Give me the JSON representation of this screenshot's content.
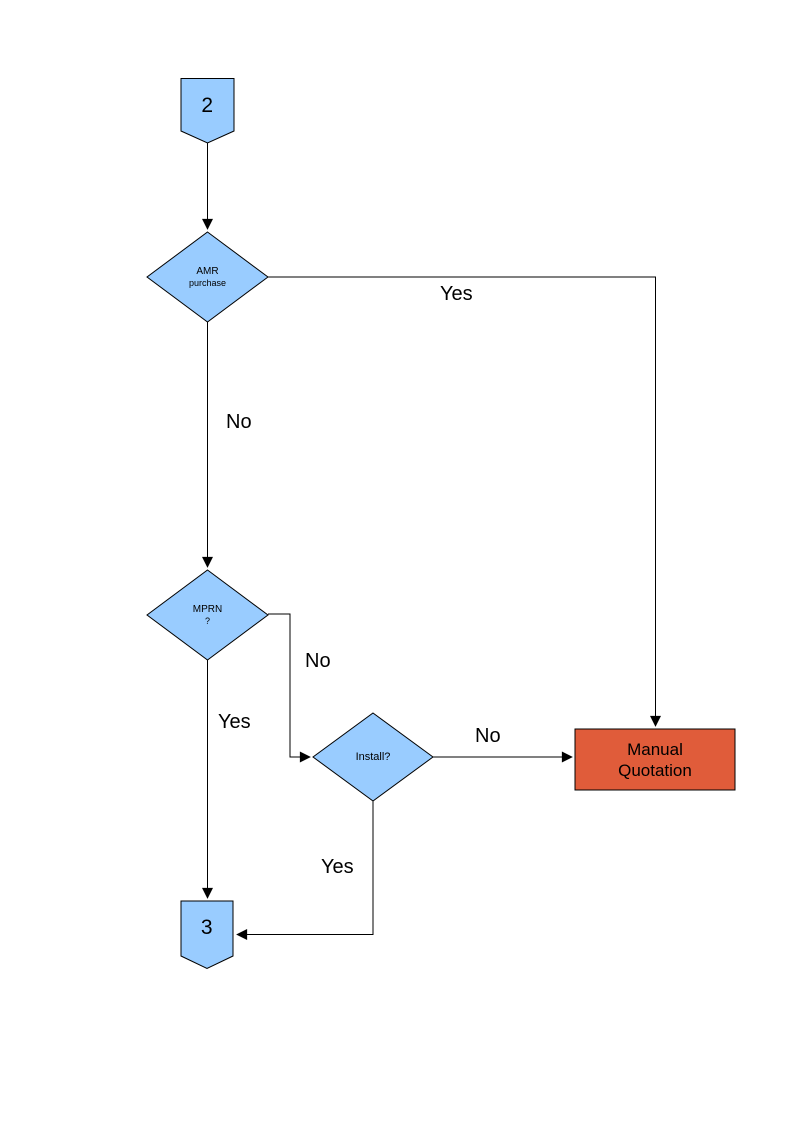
{
  "diagram": {
    "type": "flowchart",
    "colors": {
      "node_fill": "#99CCFF",
      "node_border": "#000000",
      "manual_quotation_fill": "#E05C3A",
      "line_color": "#000000",
      "background": "#FFFFFF",
      "text_color": "#000000"
    },
    "nodes": {
      "connector_2": {
        "type": "off-page-connector",
        "label": "2"
      },
      "amr_purchase": {
        "type": "decision",
        "line1": "AMR",
        "line2": "purchase"
      },
      "mprn": {
        "type": "decision",
        "line1": "MPRN",
        "line2": "?"
      },
      "install": {
        "type": "decision",
        "label": "Install?"
      },
      "manual_quotation": {
        "type": "process",
        "line1": "Manual",
        "line2": "Quotation"
      },
      "connector_3": {
        "type": "off-page-connector",
        "label": "3"
      }
    },
    "edges": [
      {
        "from": "connector_2",
        "to": "amr_purchase",
        "label": ""
      },
      {
        "from": "amr_purchase",
        "to": "manual_quotation",
        "label": "Yes"
      },
      {
        "from": "amr_purchase",
        "to": "mprn",
        "label": "No"
      },
      {
        "from": "mprn",
        "to": "install",
        "label": "No"
      },
      {
        "from": "mprn",
        "to": "connector_3",
        "label": "Yes"
      },
      {
        "from": "install",
        "to": "manual_quotation",
        "label": "No"
      },
      {
        "from": "install",
        "to": "connector_3",
        "label": "Yes"
      }
    ]
  }
}
